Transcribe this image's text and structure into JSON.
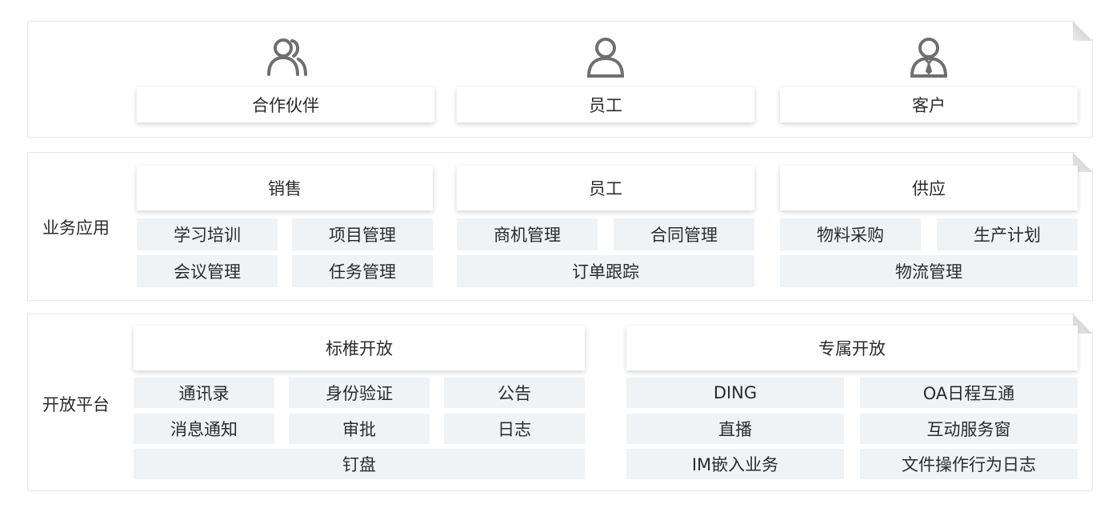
{
  "top": {
    "users": [
      {
        "label": "合作伙伴",
        "icon": "partners-icon"
      },
      {
        "label": "员工",
        "icon": "employee-icon"
      },
      {
        "label": "客户",
        "icon": "customer-icon"
      }
    ]
  },
  "business": {
    "label": "业务应用",
    "groups": [
      {
        "title": "销售",
        "items": [
          "学习培训",
          "项目管理",
          "会议管理",
          "任务管理"
        ]
      },
      {
        "title": "员工",
        "items": [
          "商机管理",
          "合同管理",
          "订单跟踪"
        ]
      },
      {
        "title": "供应",
        "items": [
          "物料采购",
          "生产计划",
          "物流管理"
        ]
      }
    ]
  },
  "platform": {
    "label": "开放平台",
    "groups": [
      {
        "title": "标椎开放",
        "items": [
          "通讯录",
          "身份验证",
          "公告",
          "消息通知",
          "审批",
          "日志",
          "钉盘"
        ]
      },
      {
        "title": "专属开放",
        "items": [
          "DING",
          "OA日程互通",
          "直播",
          "互动服务窗",
          "IM嵌入业务",
          "文件操作行为日志"
        ]
      }
    ]
  },
  "colors": {
    "panel_border": "#e6e6e6",
    "cell_bg": "#eff3f5",
    "text": "#2b2b2b",
    "icon": "#6f6f6f"
  }
}
